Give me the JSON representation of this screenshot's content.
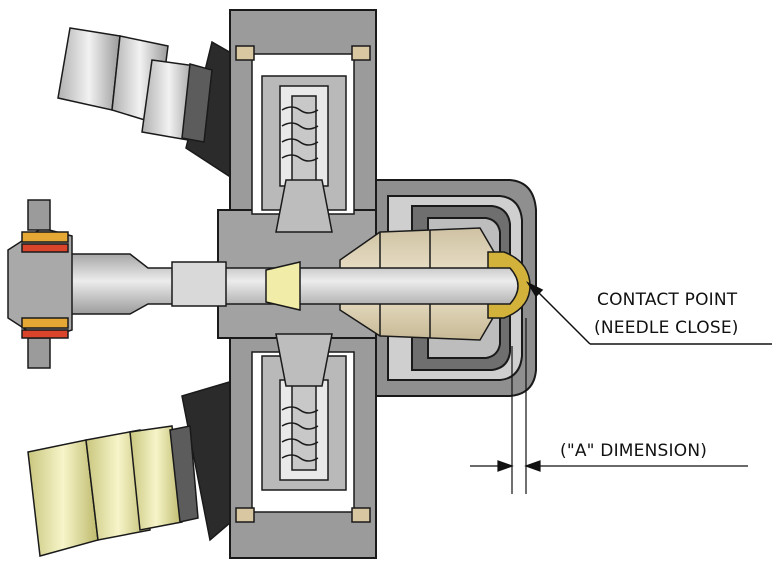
{
  "labels": {
    "contact_point": "CONTACT POINT",
    "needle_close": "(NEEDLE CLOSE)",
    "a_dimension": "(\"A\" DIMENSION)"
  },
  "colors": {
    "body_steel": "#9a9a9a",
    "body_steel_dark": "#7c7c7c",
    "section_face": "#b7b7b7",
    "needle": "#cfcfcf",
    "seat_beige": "#d9cdb1",
    "brass_tip": "#c9a92f",
    "fitting_steel": "#d6d6d6",
    "fitting_yellow": "#e6e3a6",
    "terminal_orange": "#e8a83a",
    "terminal_red": "#d9442b",
    "outline": "#1a1a1a"
  }
}
